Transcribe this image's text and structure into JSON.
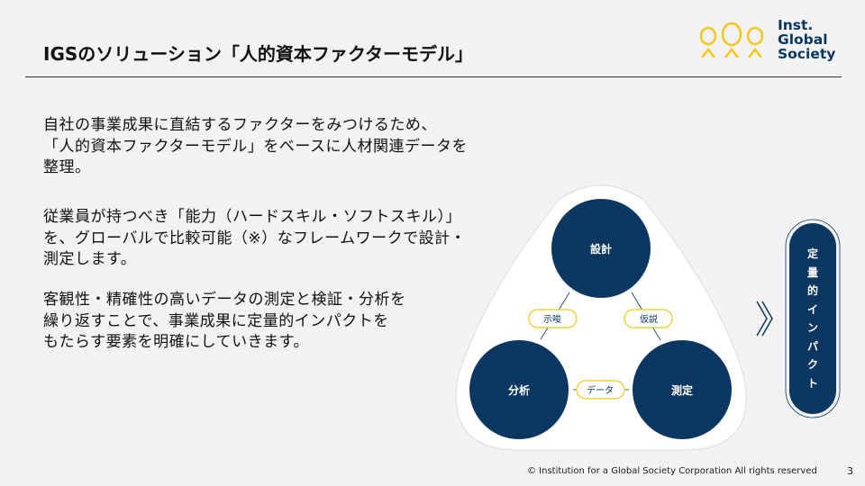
{
  "title": "IGSのソリューション「人的資本ファクターモデル」",
  "logo": {
    "line1": "Inst.",
    "line2": "Global",
    "line3": "Society"
  },
  "body": {
    "p1": "自社の事業成果に直結するファクターをみつけるため、\n「人的資本ファクターモデル」をベースに人材関連データを\n整理。",
    "p2": "従業員が持つべき「能力（ハードスキル・ソフトスキル）」\nを、グローバルで比較可能（※）なフレームワークで設計・\n測定します。",
    "p3": "客観性・精確性の高いデータの測定と検証・分析を\n繰り返すことで、事業成果に定量的インパクトを\nもたらす要素を明確にしていきます。"
  },
  "diagram": {
    "design": "設計",
    "measure": "測定",
    "analysis": "分析",
    "hypothesis": "仮説",
    "suggestion": "示唆",
    "data": "データ",
    "impact": "定量的インパクト"
  },
  "colors": {
    "navy": "#0b3761",
    "yellow": "#f4c61f",
    "background": "#f2f2f2"
  },
  "footer": "© Institution for a Global Society Corporation All rights reserved",
  "page_number": "3"
}
